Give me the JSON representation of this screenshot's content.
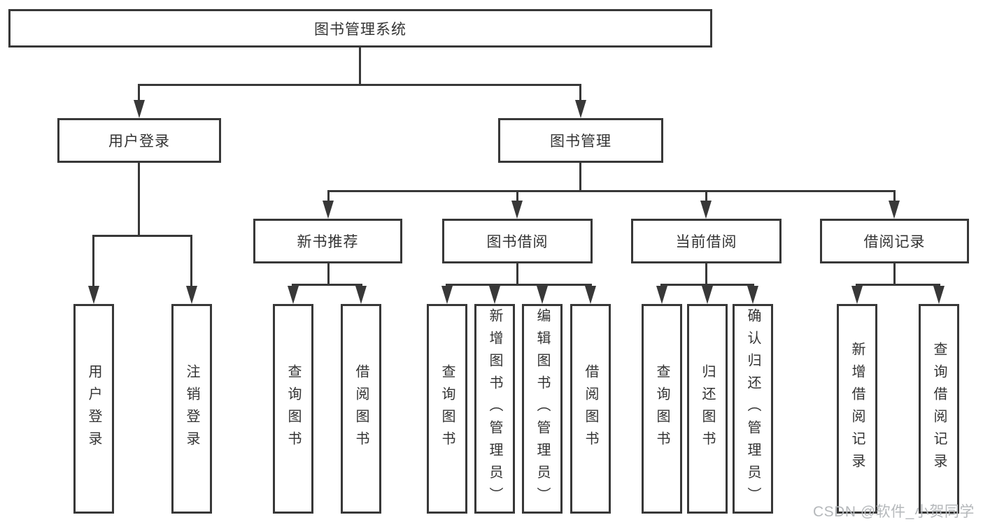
{
  "diagram_title": "图书管理系统",
  "tree": {
    "label": "图书管理系统",
    "children": [
      {
        "label": "用户登录",
        "children": [
          {
            "label": "用户登录"
          },
          {
            "label": "注销登录"
          }
        ]
      },
      {
        "label": "图书管理",
        "children": [
          {
            "label": "新书推荐",
            "children": [
              {
                "label": "查询图书"
              },
              {
                "label": "借阅图书"
              }
            ]
          },
          {
            "label": "图书借阅",
            "children": [
              {
                "label": "查询图书"
              },
              {
                "label": "新增图书（管理员）"
              },
              {
                "label": "编辑图书（管理员）"
              },
              {
                "label": "借阅图书"
              }
            ]
          },
          {
            "label": "当前借阅",
            "children": [
              {
                "label": "查询图书"
              },
              {
                "label": "归还图书"
              },
              {
                "label": "确认归还（管理员）"
              }
            ]
          },
          {
            "label": "借阅记录",
            "children": [
              {
                "label": "新增借阅记录"
              },
              {
                "label": "查询借阅记录"
              }
            ]
          }
        ]
      }
    ]
  },
  "watermark": "CSDN @软件_小贺同学",
  "colors": {
    "line": "#383838",
    "text": "#333333",
    "watermark": "#b5b8bb",
    "background": "#ffffff"
  }
}
